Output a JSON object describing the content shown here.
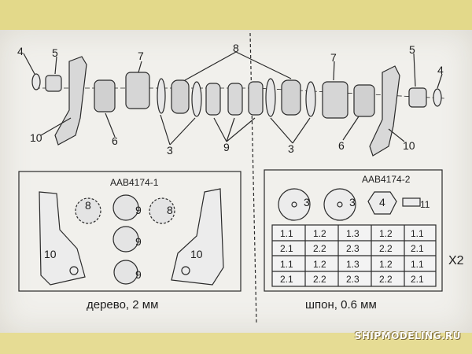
{
  "callouts_top_left": {
    "n4": "4",
    "n5": "5",
    "n7": "7",
    "n8": "8",
    "n10": "10",
    "n6": "6",
    "n3": "3",
    "n9": "9"
  },
  "callouts_top_right": {
    "n7": "7",
    "n5": "5",
    "n4": "4",
    "n6": "6",
    "n10": "10",
    "n3": "3"
  },
  "sheet_left": {
    "code": "AAB4174-1",
    "labels": {
      "a": "8",
      "b": "9",
      "c": "8",
      "d": "9",
      "e": "10",
      "f": "10",
      "g": "9"
    },
    "caption": "дерево, 2 мм"
  },
  "sheet_right": {
    "code": "AAB4174-2",
    "labels": {
      "a": "3",
      "b": "3",
      "c": "4",
      "d": "11"
    },
    "grid": [
      [
        "1.1",
        "1.2",
        "1.3",
        "1.2",
        "1.1"
      ],
      [
        "2.1",
        "2.2",
        "2.3",
        "2.2",
        "2.1"
      ],
      [
        "1.1",
        "1.2",
        "1.3",
        "1.2",
        "1.1"
      ],
      [
        "2.1",
        "2.2",
        "2.3",
        "2.2",
        "2.1"
      ]
    ],
    "caption": "шпон, 0.6 мм"
  },
  "multiplier": "X2",
  "watermark": "SHIPMODELING.RU",
  "colors": {
    "paper": "#f1f0ec",
    "ink": "#2a2a2a",
    "background": "#e3d98a"
  }
}
